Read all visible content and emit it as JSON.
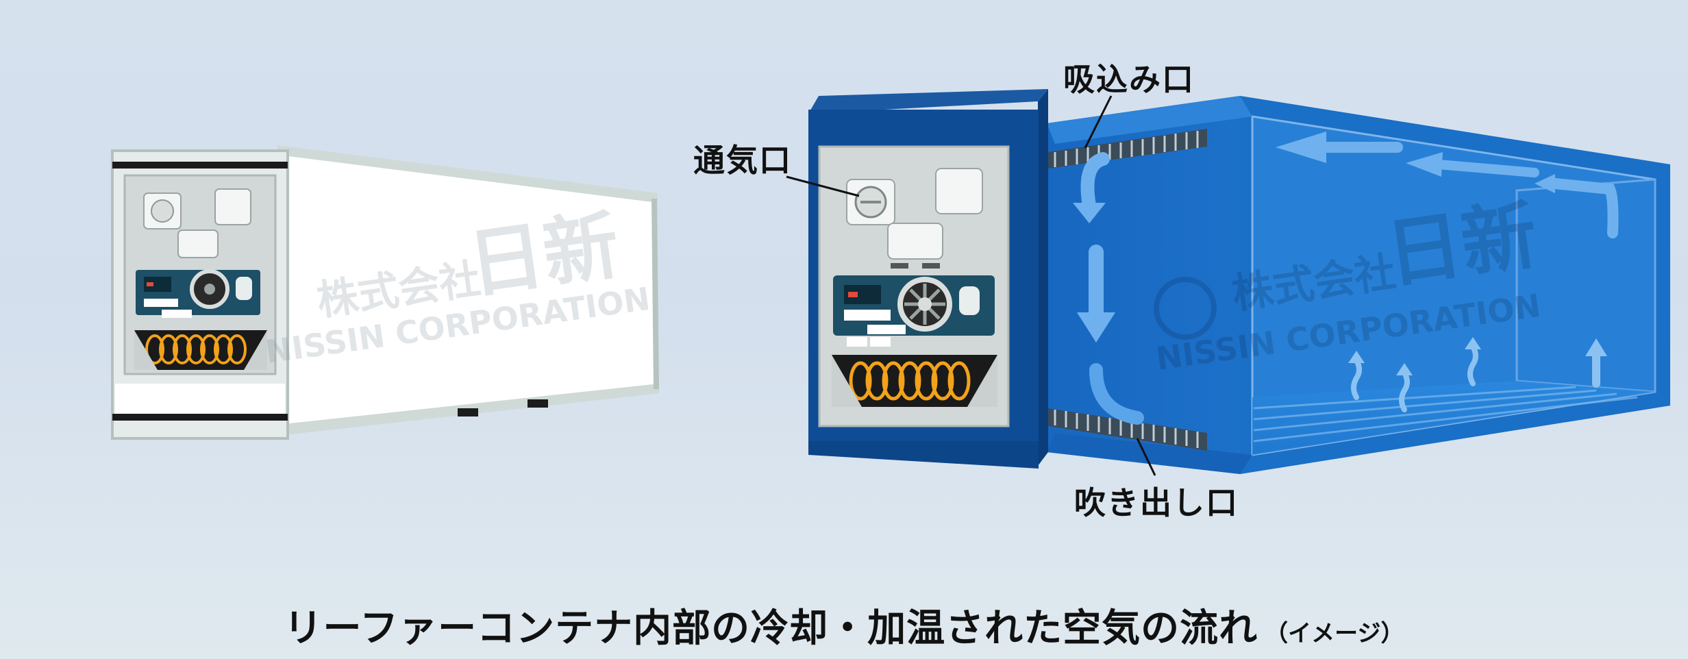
{
  "labels": {
    "vent": "通気口",
    "intake": "吸込み口",
    "outlet": "吹き出し口"
  },
  "caption": {
    "main": "リーファーコンテナ内部の冷却・加温された空気の流れ",
    "note": "（イメージ）"
  },
  "watermark": {
    "company": "株式会社",
    "brand": "日新",
    "english": "NISSIN CORPORATION"
  },
  "colors": {
    "panel_blue": "#0f4c96",
    "container_blue": "#1a75cc",
    "machinery_teal": "#1d4f66",
    "coil_orange": "#f2a21b",
    "background": "#d6e1ee"
  }
}
